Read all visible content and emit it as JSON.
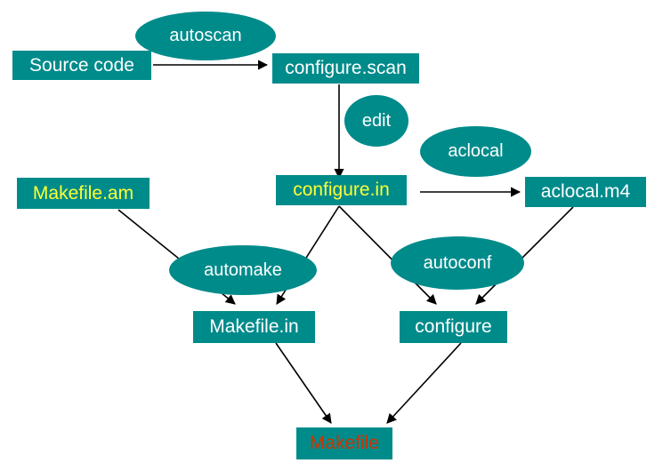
{
  "colors": {
    "node_fill": "#008b8b",
    "text_default": "#ffffff",
    "text_highlight": "#ffff33",
    "text_output": "#cc3300",
    "arrow": "#000000"
  },
  "nodes": {
    "source_code": "Source code",
    "configure_scan": "configure.scan",
    "configure_in": "configure.in",
    "makefile_am": "Makefile.am",
    "aclocal_m4": "aclocal.m4",
    "makefile_in": "Makefile.in",
    "configure": "configure",
    "makefile": "Makefile"
  },
  "tools": {
    "autoscan": "autoscan",
    "edit": "edit",
    "aclocal": "aclocal",
    "automake": "automake",
    "autoconf": "autoconf"
  }
}
